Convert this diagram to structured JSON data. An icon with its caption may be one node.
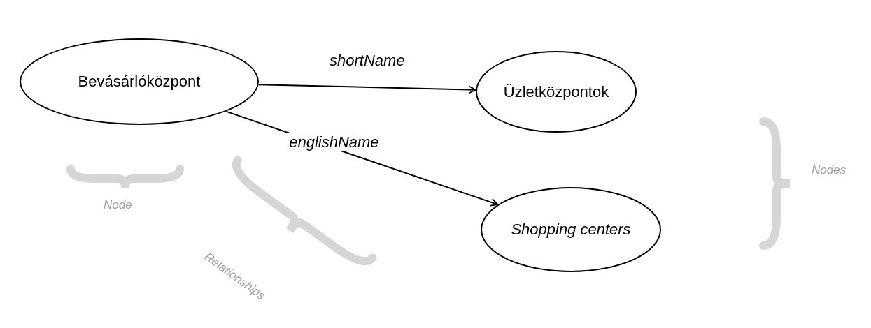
{
  "diagram": {
    "nodes": [
      {
        "text": [
          "Bevásárlóközpont"
        ]
      },
      {
        "text": [
          "Üzletközpontok"
        ]
      },
      {
        "text": [
          "*Shopping centers*"
        ]
      }
    ],
    "edges": [
      {
        "from": 0,
        "to": 1,
        "arrow": "to",
        "label": "shortName"
      },
      {
        "from": 0,
        "to": 2,
        "arrow": "to",
        "label": "englishName"
      }
    ],
    "labels": [
      "Nodes",
      "Node",
      "Relationships"
    ]
  }
}
